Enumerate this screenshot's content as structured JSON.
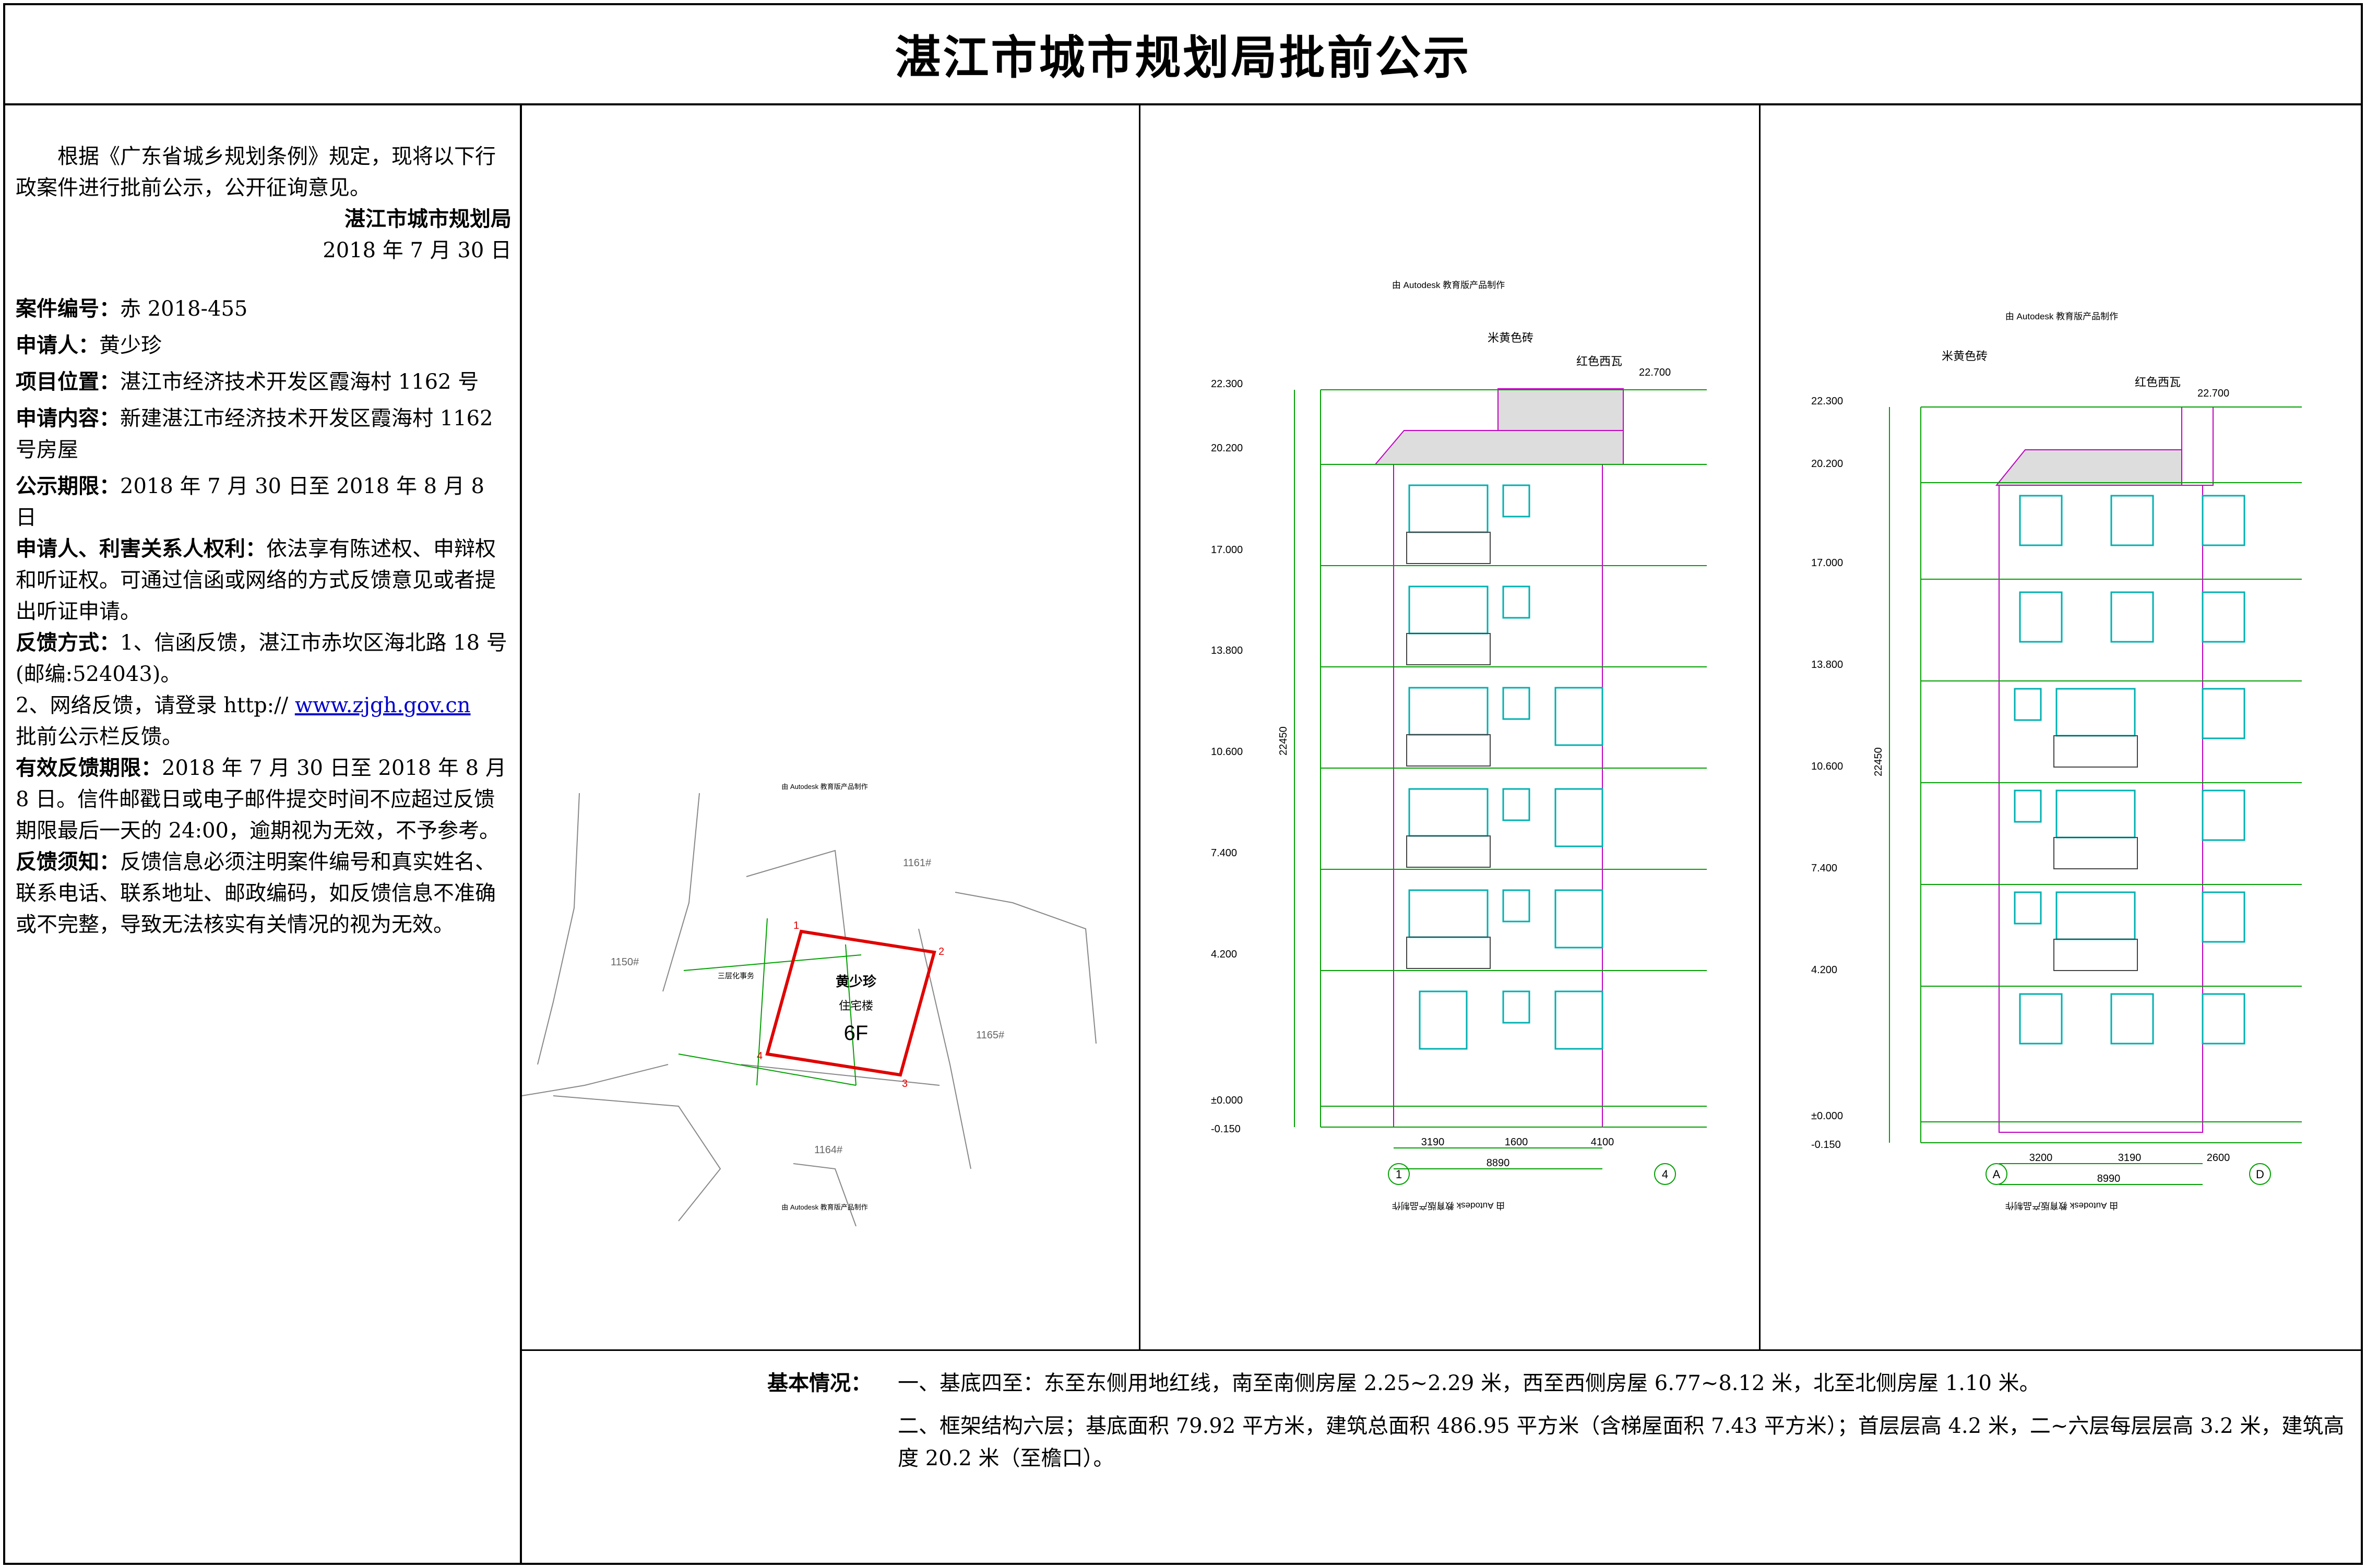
{
  "title": "湛江市城市规划局批前公示",
  "intro": {
    "text": "根据《广东省城乡规划条例》规定，现将以下行政案件进行批前公示，公开征询意见。",
    "issuer": "湛江市城市规划局",
    "date": "2018 年 7 月 30 日"
  },
  "case": {
    "number_label": "案件编号：",
    "number": "赤 2018-455",
    "applicant_label": "申请人：",
    "applicant": "黄少珍",
    "location_label": "项目位置：",
    "location": "湛江市经济技术开发区霞海村 1162 号",
    "content_label": "申请内容：",
    "content": "新建湛江市经济技术开发区霞海村 1162 号房屋",
    "period_label": "公示期限：",
    "period": "2018 年 7 月 30 日至 2018 年 8 月 8 日",
    "rights_label": "申请人、利害关系人权利：",
    "rights": "依法享有陈述权、申辩权和听证权。可通过信函或网络的方式反馈意见或者提出听证申请。",
    "feedback_label": "反馈方式：",
    "feedback_1": "1、信函反馈，湛江市赤坎区海北路 18 号(邮编:524043)。",
    "feedback_2_pre": "2、网络反馈，请登录 http://",
    "feedback_2_link": "www.zjgh.gov.cn",
    "feedback_2_post": "批前公示栏反馈。",
    "valid_label": "有效反馈期限：",
    "valid": "2018 年 7 月 30 日至 2018 年 8 月 8 日。信件邮戳日或电子邮件提交时间不应超过反馈期限最后一天的 24:00，逾期视为无效，不予参考。",
    "notice_label": "反馈须知：",
    "notice": "反馈信息必须注明案件编号和真实姓名、联系电话、联系地址、邮政编码，如反馈信息不准确或不完整，导致无法核实有关情况的视为无效。"
  },
  "basic": {
    "label": "基本情况：",
    "line1": "一、基底四至：东至东侧用地红线，南至南侧房屋 2.25~2.29 米，西至西侧房屋 6.77~8.12 米，北至北侧房屋 1.10 米。",
    "line2": "二、框架结构六层；基底面积 79.92 平方米，建筑总面积 486.95 平方米（含梯屋面积 7.43 平方米）；首层层高 4.2 米，二~六层每层层高 3.2 米，建筑高度 20.2 米（至檐口）。"
  },
  "siteplan": {
    "watermark": "由 Autodesk 教育版产品制作",
    "owner": "黄少珍",
    "use": "住宅楼",
    "floors": "6F",
    "neighbor_note": "三层化事务",
    "lot_a": "1150#",
    "lot_b": "1161#",
    "lot_c": "1165#",
    "lot_d": "1164#",
    "corners": [
      "1",
      "2",
      "3",
      "4"
    ]
  },
  "elev1": {
    "watermark": "由 Autodesk 教育版产品制作",
    "mat1": "米黄色砖",
    "mat2": "红色西瓦",
    "top": "22.700",
    "levels": [
      "22.300",
      "20.200",
      "17.000",
      "13.800",
      "10.600",
      "7.400",
      "4.200",
      "±0.000",
      "-0.150"
    ],
    "dims_h": [
      "3190",
      "1600",
      "4100"
    ],
    "total": "8890",
    "height_total": "22450",
    "axes": [
      "1",
      "4"
    ]
  },
  "elev2": {
    "watermark": "由 Autodesk 教育版产品制作",
    "mat1": "米黄色砖",
    "mat2": "红色西瓦",
    "top": "22.700",
    "levels": [
      "22.300",
      "20.200",
      "17.000",
      "13.800",
      "10.600",
      "7.400",
      "4.200",
      "±0.000",
      "-0.150"
    ],
    "dims_h": [
      "3200",
      "3190",
      "2600"
    ],
    "total": "8990",
    "height_total": "22450",
    "axes": [
      "A",
      "D"
    ]
  },
  "colors": {
    "window": "#00b0b0",
    "outline": "#c000c0",
    "dim": "#00a000",
    "red": "#e00000"
  }
}
